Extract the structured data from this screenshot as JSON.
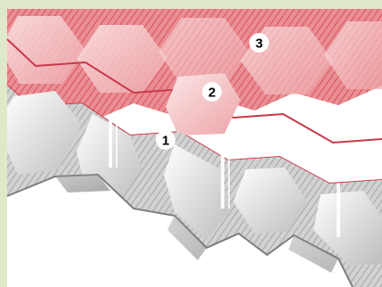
{
  "colors": {
    "background": "#dfe9c9",
    "frame": "#ffffff",
    "pink_light": "#f6d6d6",
    "pink_mid": "#e98f94",
    "pink_dark": "#d9505c",
    "grey_light": "#f2f2f2",
    "grey_mid": "#c7c7c7",
    "grey_dark": "#8c8c8c",
    "edge": "#c8384a",
    "badge_fill": "#ffffff",
    "badge_text": "#000000"
  },
  "markers": [
    {
      "label": "1"
    },
    {
      "label": "2"
    },
    {
      "label": "3"
    }
  ]
}
